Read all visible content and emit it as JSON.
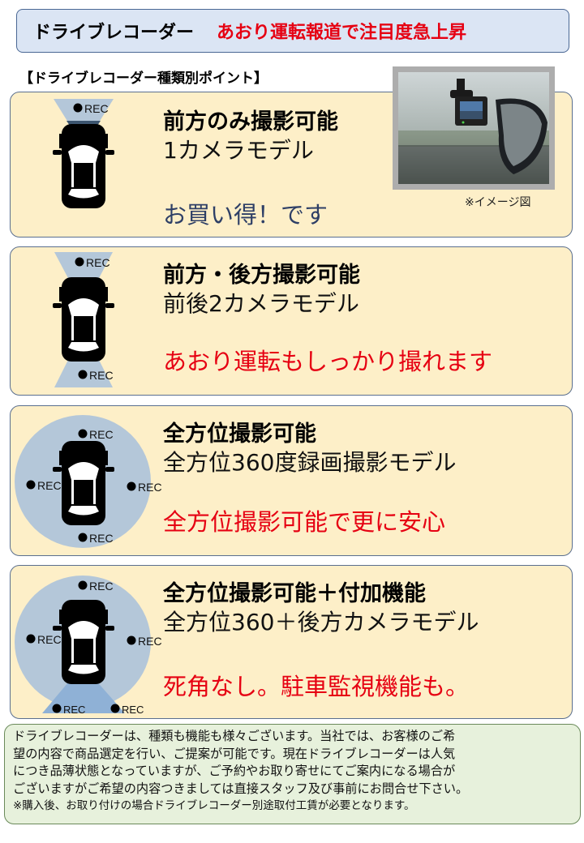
{
  "header": {
    "title": "ドライブレコーダー",
    "headline": "あおり運転報道で注目度急上昇"
  },
  "section_heading": "【ドライブレコーダー種類別ポイント】",
  "image_caption": "※イメージ図",
  "rec_label": "REC",
  "cards": [
    {
      "title": "前方のみ撮影可能",
      "model": "1カメラモデル",
      "tagline": "お買い得！です"
    },
    {
      "title": "前方・後方撮影可能",
      "model": "前後2カメラモデル",
      "tagline": "あおり運転もしっかり撮れます"
    },
    {
      "title": "全方位撮影可能",
      "model": "全方位360度録画撮影モデル",
      "tagline": "全方位撮影可能で更に安心"
    },
    {
      "title": "全方位撮影可能＋付加機能",
      "model": "全方位360＋後方カメラモデル",
      "tagline": "死角なし。駐車監視機能も。"
    }
  ],
  "footer": {
    "lines": [
      "ドライブレコーダーは、種類も機能も様々ございます。当社では、お客様のご希",
      "望の内容で商品選定を行い、ご提案が可能です。現在ドライブレコーダーは人気",
      "につき品薄状態となっていますが、ご予約やお取り寄せにてご案内になる場合が",
      "ございますがご希望の内容つきましては直接スタッフ及び事前にお問合せ下さい。"
    ],
    "note": "※購入後、お取り付けの場合ドライブレコーダー別途取付工賃が必要となります。"
  },
  "colors": {
    "headline_red": "#e60012",
    "card_fill": "#fdefc8",
    "footer_fill": "#e7f1dc",
    "header_fill": "#dbe5f4",
    "coverage_fill": "#b4c7d9",
    "coverage_dark": "#3d5670"
  }
}
